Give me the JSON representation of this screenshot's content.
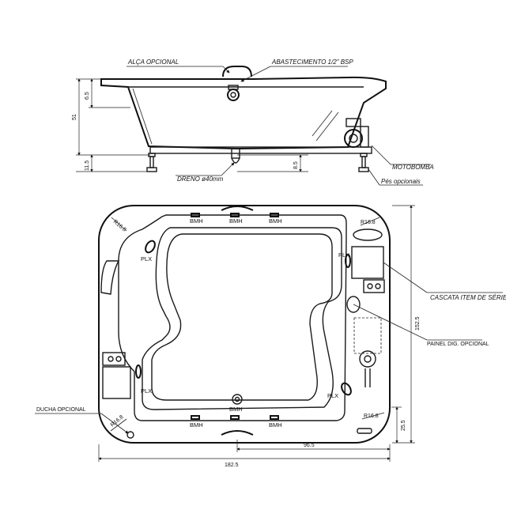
{
  "side_view": {
    "label_handle": "ALÇA OPCIONAL",
    "label_supply": "ABASTECIMENTO 1/2\" BSP",
    "label_pump": "MOTOBOMBA",
    "label_feet": "Pés opcionais",
    "label_drain": "DRENO ø40mm",
    "dim_total_height": "51",
    "dim_rim": "6.5",
    "dim_base": "11.5",
    "dim_drain": "8.5"
  },
  "plan_view": {
    "jet_label": "BMH",
    "plx_label": "PLX",
    "label_cascade": "CASCATA ITEM DE SÉRIE",
    "label_panel": "PAINEL DIG. OPCIONAL",
    "label_shower": "DUCHA OPCIONAL",
    "radius_top_left": "R16.8",
    "radius_top_right": "R16.8",
    "radius_bottom_left": "R16.8",
    "radius_bottom_right": "R16.8",
    "dim_width": "182.5",
    "dim_half_width": "96.5",
    "dim_depth": "152.5",
    "dim_corner": "25.5"
  }
}
